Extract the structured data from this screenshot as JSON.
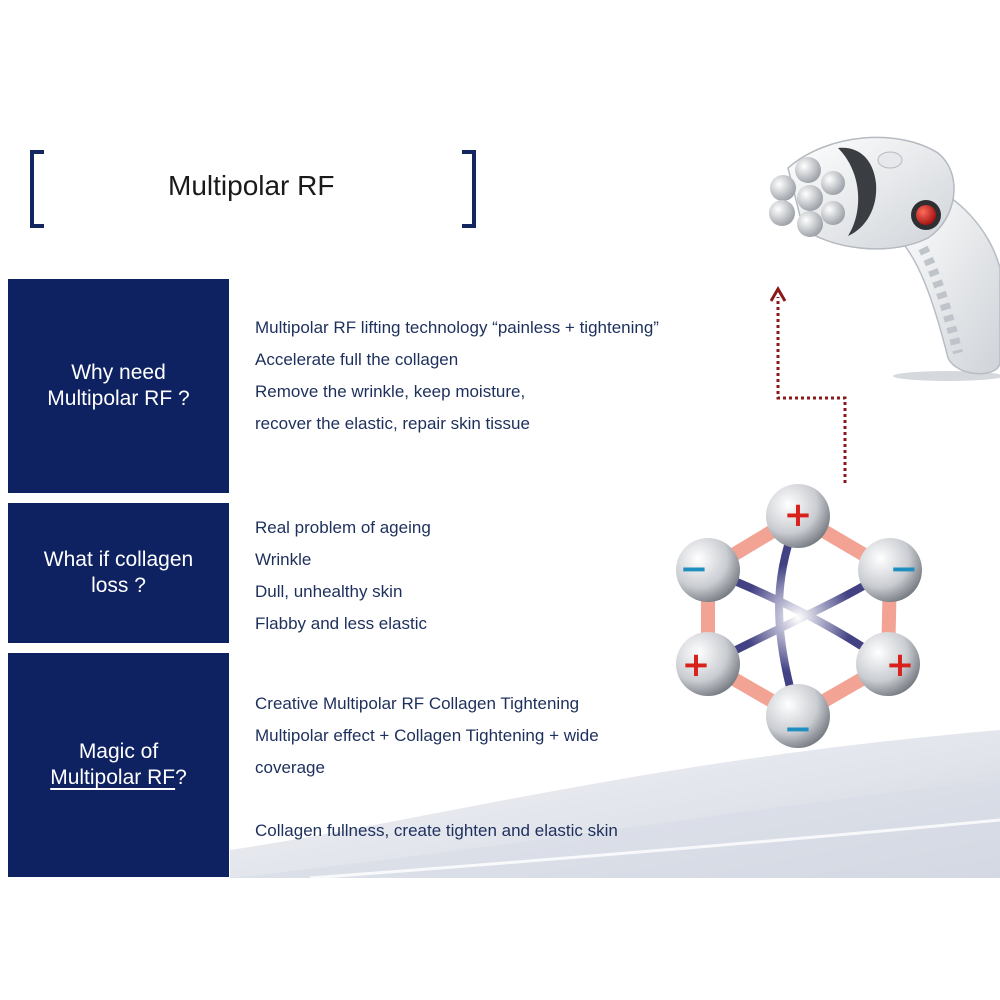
{
  "title": "Multipolar RF",
  "sections": [
    {
      "label_line1": "Why need",
      "label_line2": "Multipolar RF ?",
      "lines": [
        "Multipolar RF lifting technology   “painless + tightening”",
        "Accelerate full the collagen",
        "Remove the wrinkle, keep moisture,",
        "recover the elastic, repair skin tissue"
      ]
    },
    {
      "label_line1": "What if collagen",
      "label_line2": "loss ?",
      "lines": [
        "Real problem of ageing",
        "Wrinkle",
        "Dull, unhealthy skin",
        "Flabby and less elastic"
      ]
    },
    {
      "label_line1": "Magic of",
      "label_line2_underlined": "Multipolar RF",
      "label_line2_suffix": "?",
      "lines": [
        "Creative Multipolar RF Collagen Tightening",
        "Multipolar effect + Collagen Tightening + wide",
        "coverage",
        "Collagen fullness, create tighten and elastic skin"
      ]
    }
  ],
  "diagram": {
    "electrodes": [
      "+",
      "−",
      "+",
      "−",
      "+",
      "−"
    ],
    "plus_color": "#d8211b",
    "minus_color": "#1f8fbf"
  },
  "colors": {
    "navy": "#0e2161",
    "text": "#1d2f5c",
    "arrow": "#8a1a1a"
  },
  "icons": [
    "rf-handpiece-device",
    "electrode-diagram",
    "dotted-arrow"
  ]
}
